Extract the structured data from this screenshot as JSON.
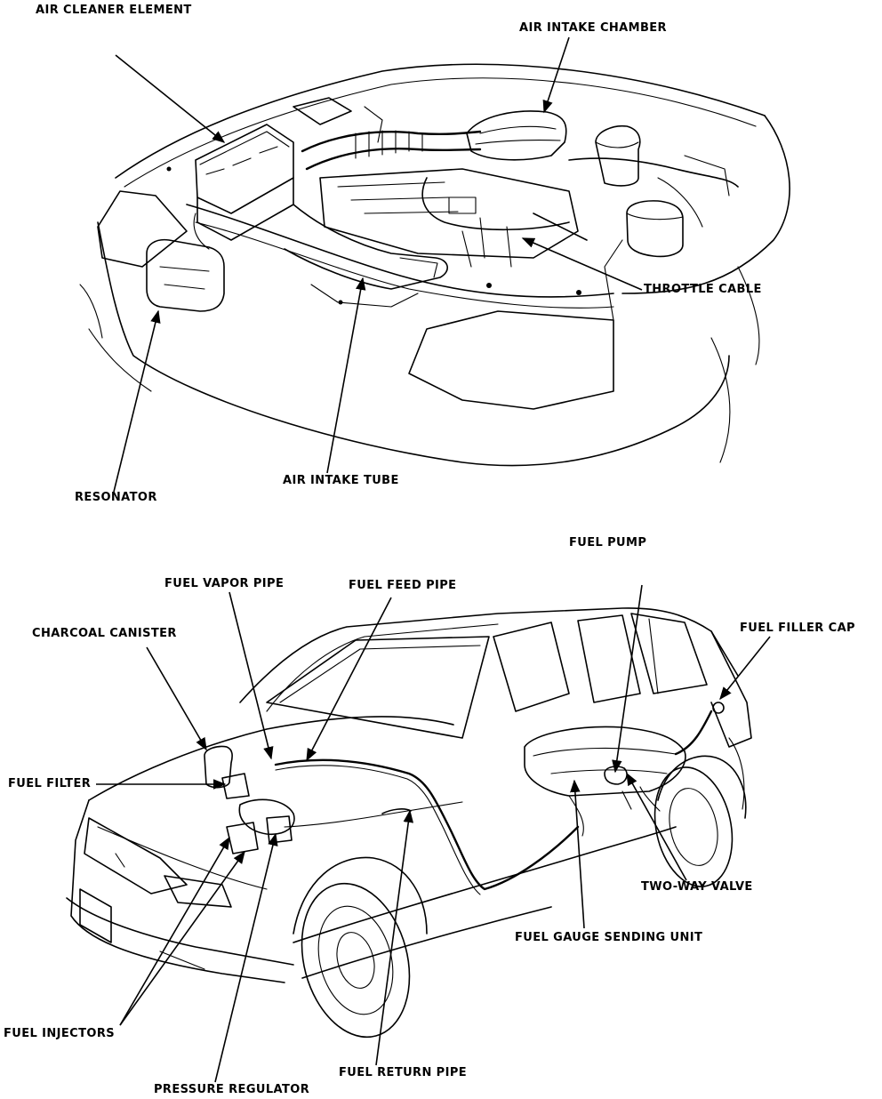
{
  "diagram": {
    "top_labels": {
      "air_cleaner_element": "AIR CLEANER ELEMENT",
      "air_intake_chamber": "AIR INTAKE CHAMBER",
      "throttle_cable": "THROTTLE CABLE",
      "resonator": "RESONATOR",
      "air_intake_tube": "AIR INTAKE TUBE"
    },
    "bottom_labels": {
      "fuel_pump": "FUEL PUMP",
      "fuel_vapor_pipe": "FUEL VAPOR PIPE",
      "fuel_feed_pipe": "FUEL FEED PIPE",
      "charcoal_canister": "CHARCOAL CANISTER",
      "fuel_filler_cap": "FUEL FILLER CAP",
      "fuel_filter": "FUEL FILTER",
      "two_way_valve": "TWO-WAY VALVE",
      "fuel_gauge_sending_unit": "FUEL GAUGE SENDING UNIT",
      "fuel_injectors": "FUEL INJECTORS",
      "fuel_return_pipe": "FUEL RETURN PIPE",
      "pressure_regulator": "PRESSURE REGULATOR"
    }
  }
}
